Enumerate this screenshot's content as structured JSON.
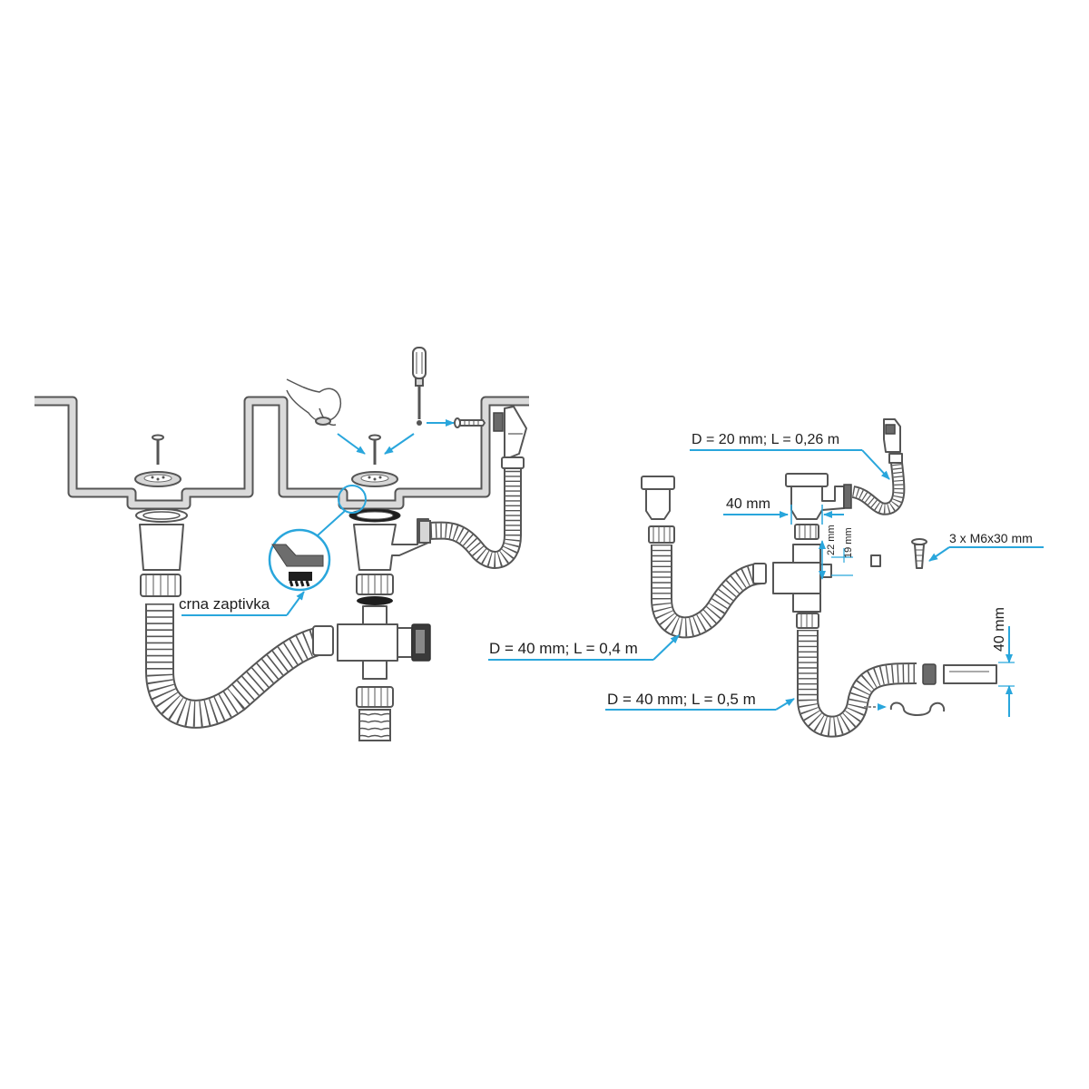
{
  "colors": {
    "leader": "#29a6dc",
    "line": "#555555",
    "sink_fill": "#d9d9d9",
    "gasket": "#1e1e1e"
  },
  "icons": [
    "hand-icon",
    "screwdriver-icon",
    "screw-icon",
    "strainer-icon",
    "gasket-icon",
    "s-hook-icon"
  ],
  "labels": {
    "gasket": "crna zaptivka",
    "overflow_hose": "D = 20 mm; L = 0,26 m",
    "branch_width": "40 mm",
    "dim_22": "22 mm",
    "dim_19": "19 mm",
    "screws": "3 x M6x30 mm",
    "left_hose": "D = 40 mm; L = 0,4 m",
    "trap_hose": "D = 40 mm; L = 0,5 m",
    "outlet_diameter": "40 mm"
  }
}
